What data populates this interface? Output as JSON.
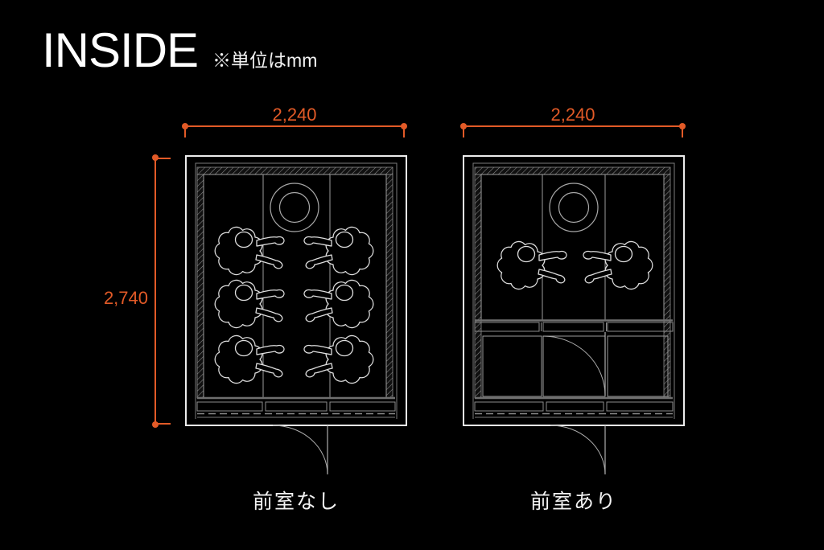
{
  "colors": {
    "background": "#000000",
    "accent_orange": "#e25a27",
    "outer_wall_white": "#ededed",
    "drawing_gray": "#9c9c9c",
    "figure_white": "#dedede"
  },
  "header": {
    "title": "INSIDE",
    "unit_note": "※単位はmm"
  },
  "plans": [
    {
      "name": "no-anteroom",
      "caption": "前室なし",
      "width_mm": "2,240",
      "height_mm": "2,740",
      "occupants": 6,
      "elements": [
        "hatched-walls",
        "ceiling-vent-circle",
        "three-bays",
        "entrance-door-swing",
        "threshold-track"
      ]
    },
    {
      "name": "with-anteroom",
      "caption": "前室あり",
      "width_mm": "2,240",
      "occupants": 2,
      "elements": [
        "hatched-walls",
        "ceiling-vent-circle",
        "three-bays",
        "anteroom",
        "inner-door-swing",
        "entrance-door-swing",
        "threshold-track"
      ]
    }
  ]
}
